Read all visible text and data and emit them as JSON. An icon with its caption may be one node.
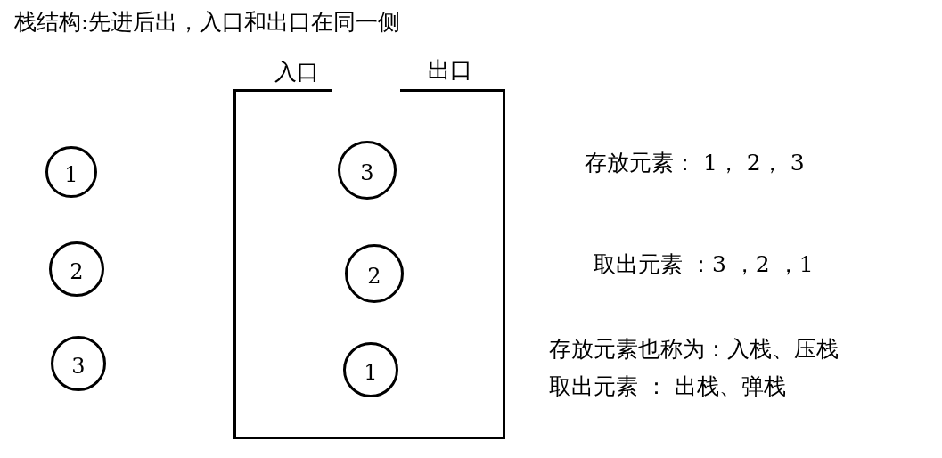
{
  "diagram": {
    "title": "栈结构:先进后出，入口和出口在同一侧",
    "nodes": [
      {
        "text": [
          "1"
        ]
      },
      {
        "text": [
          "2"
        ]
      },
      {
        "text": [
          "3"
        ]
      },
      {
        "text": [
          "入口",
          "出口"
        ]
      },
      {
        "text": [
          "3"
        ],
        "in": 3
      },
      {
        "text": [
          "2"
        ],
        "in": 3
      },
      {
        "text": [
          "1"
        ],
        "in": 3
      }
    ],
    "edges": [],
    "labels": [
      "存放元素： 1， 2， 3",
      "取出元素 ：3 ，2 ，1",
      "存放元素也称为：入栈、压栈",
      "取出元素 ： 出栈、弹栈"
    ]
  }
}
